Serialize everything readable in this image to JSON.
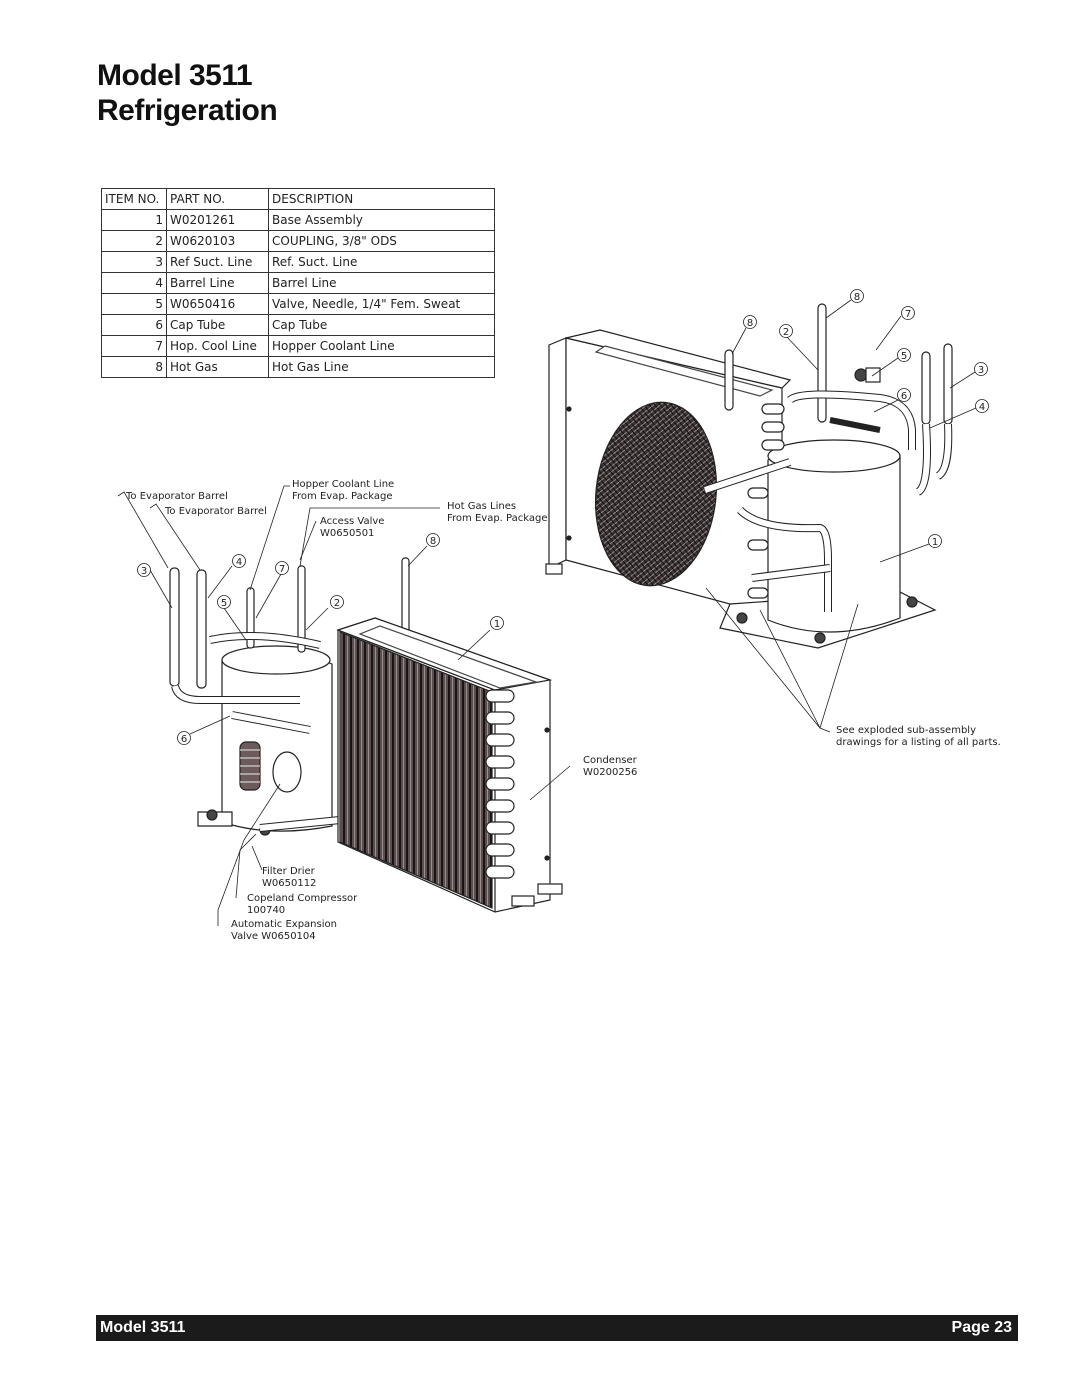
{
  "header": {
    "title_line1": "Model 3511",
    "title_line2": "Refrigeration"
  },
  "parts_table": {
    "headers": {
      "item": "ITEM NO.",
      "part": "PART NO.",
      "desc": "DESCRIPTION"
    },
    "rows": [
      {
        "item": "1",
        "part": "W0201261",
        "desc": "Base Assembly"
      },
      {
        "item": "2",
        "part": "W0620103",
        "desc": "COUPLING, 3/8\" ODS"
      },
      {
        "item": "3",
        "part": "Ref Suct. Line",
        "desc": "Ref. Suct. Line"
      },
      {
        "item": "4",
        "part": "Barrel Line",
        "desc": "Barrel Line"
      },
      {
        "item": "5",
        "part": "W0650416",
        "desc": "Valve, Needle, 1/4\" Fem. Sweat"
      },
      {
        "item": "6",
        "part": "Cap Tube",
        "desc": "Cap Tube"
      },
      {
        "item": "7",
        "part": "Hop. Cool Line",
        "desc": "Hopper Coolant Line"
      },
      {
        "item": "8",
        "part": "Hot Gas",
        "desc": "Hot Gas Line"
      }
    ]
  },
  "callouts": {
    "to_evap_barrel_1": "To Evaporator Barrel",
    "to_evap_barrel_2": "To Evaporator Barrel",
    "hopper_line1": "Hopper Coolant Line",
    "hopper_line2": "From Evap. Package",
    "hotgas_line1": "Hot Gas Lines",
    "hotgas_line2": "From Evap. Package",
    "access_line1": "Access Valve",
    "access_line2": "W0650501",
    "condenser_line1": "Condenser",
    "condenser_line2": "W0200256",
    "exploded_line1": "See exploded sub-assembly",
    "exploded_line2": "drawings for a listing of all parts.",
    "drier_line1": "Filter Drier",
    "drier_line2": "W0650112",
    "compressor_line1": "Copeland Compressor",
    "compressor_line2": "100740",
    "expansion_line1": "Automatic Expansion",
    "expansion_line2": "Valve W0650104"
  },
  "balloons": {
    "left": [
      "3",
      "4",
      "7",
      "5",
      "2",
      "8",
      "1",
      "6"
    ],
    "right": [
      "8",
      "7",
      "8",
      "2",
      "5",
      "3",
      "6",
      "4",
      "1"
    ]
  },
  "footer": {
    "left": "Model 3511",
    "right": "Page 23"
  }
}
